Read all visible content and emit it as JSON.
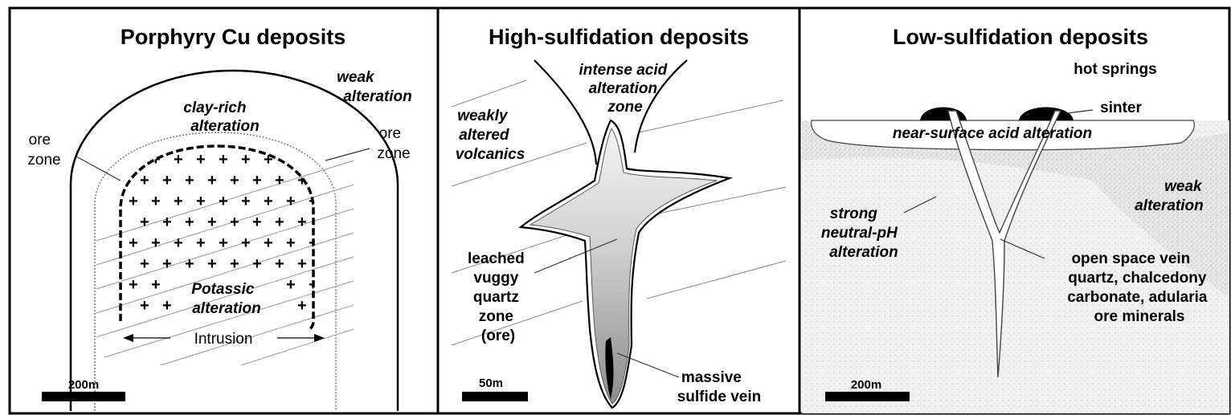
{
  "panels": [
    {
      "title": "Porphyry Cu deposits",
      "labels": {
        "weak_alteration": [
          "weak",
          "alteration"
        ],
        "clay_rich": [
          "clay-rich",
          "alteration"
        ],
        "ore_zone_left": [
          "ore",
          "zone"
        ],
        "ore_zone_right": [
          "ore",
          "zone"
        ],
        "potassic": [
          "Potassic",
          "alteration"
        ],
        "intrusion": "Intrusion"
      },
      "scale_bar": "200m"
    },
    {
      "title": "High-sulfidation deposits",
      "labels": {
        "intense_acid": [
          "intense acid",
          "alteration",
          "zone"
        ],
        "weakly_altered": [
          "weakly",
          "altered",
          "volcanics"
        ],
        "leached": [
          "leached",
          "vuggy",
          "quartz",
          "zone",
          "(ore)"
        ],
        "massive_sulfide": [
          "massive",
          "sulfide vein"
        ]
      },
      "scale_bar": "50m"
    },
    {
      "title": "Low-sulfidation deposits",
      "labels": {
        "hot_springs": "hot springs",
        "sinter": "sinter",
        "near_surface": "near-surface acid alteration",
        "weak_alteration": [
          "weak",
          "alteration"
        ],
        "strong_neutral": [
          "strong",
          "neutral-pH",
          "alteration"
        ],
        "open_space_vein": [
          "open space vein",
          "quartz, chalcedony",
          "carbonate, adularia",
          "ore minerals"
        ]
      },
      "scale_bar": "200m"
    }
  ]
}
